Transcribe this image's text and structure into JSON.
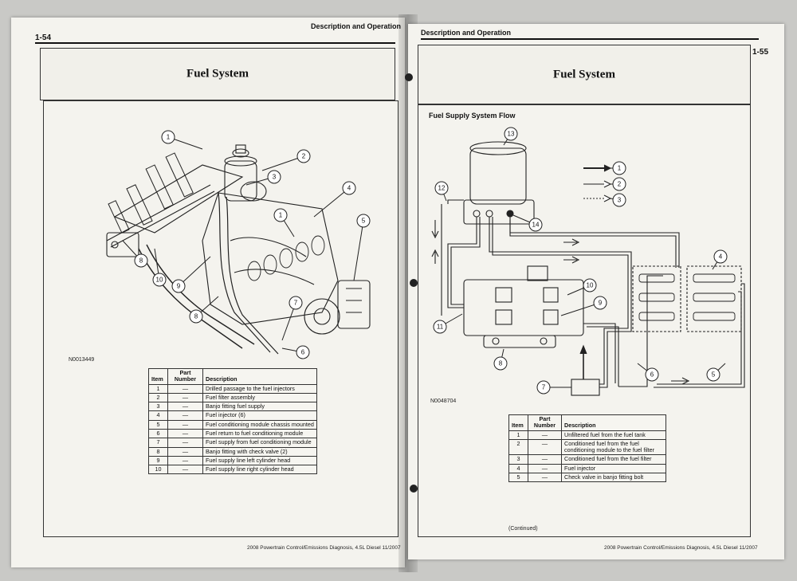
{
  "left_page": {
    "page_number": "1-54",
    "section": "Description and Operation",
    "title": "Fuel System",
    "figure_id": "N0013449",
    "callouts": [
      "1",
      "2",
      "3",
      "4",
      "1",
      "5",
      "7",
      "6",
      "8",
      "9",
      "10",
      "8"
    ],
    "table": {
      "headers": {
        "item": "Item",
        "part_number": "Part Number",
        "description": "Description"
      },
      "rows": [
        {
          "item": "1",
          "part_number": "—",
          "description": "Drilled passage to the fuel injectors"
        },
        {
          "item": "2",
          "part_number": "—",
          "description": "Fuel filter assembly"
        },
        {
          "item": "3",
          "part_number": "—",
          "description": "Banjo fitting fuel supply"
        },
        {
          "item": "4",
          "part_number": "—",
          "description": "Fuel injector (6)"
        },
        {
          "item": "5",
          "part_number": "—",
          "description": "Fuel conditioning module chassis mounted"
        },
        {
          "item": "6",
          "part_number": "—",
          "description": "Fuel return to fuel conditioning module"
        },
        {
          "item": "7",
          "part_number": "—",
          "description": "Fuel supply from fuel conditioning module"
        },
        {
          "item": "8",
          "part_number": "—",
          "description": "Banjo fitting with check valve (2)"
        },
        {
          "item": "9",
          "part_number": "—",
          "description": "Fuel supply line left cylinder head"
        },
        {
          "item": "10",
          "part_number": "—",
          "description": "Fuel supply line right cylinder head"
        }
      ]
    },
    "footer": "2008 Powertrain Control/Emissions Diagnosis, 4.5L Diesel 11/2007"
  },
  "right_page": {
    "page_number": "1-55",
    "section": "Description and Operation",
    "title": "Fuel System",
    "figure_caption": "Fuel Supply System Flow",
    "figure_id": "N0048704",
    "callouts": [
      "13",
      "1",
      "2",
      "3",
      "12",
      "14",
      "4",
      "10",
      "9",
      "11",
      "8",
      "6",
      "5",
      "7"
    ],
    "table": {
      "headers": {
        "item": "Item",
        "part_number": "Part Number",
        "description": "Description"
      },
      "rows": [
        {
          "item": "1",
          "part_number": "—",
          "description": "Unfiltered fuel from the fuel tank"
        },
        {
          "item": "2",
          "part_number": "—",
          "description": "Conditioned fuel from the fuel conditioning module to the fuel filter"
        },
        {
          "item": "3",
          "part_number": "—",
          "description": "Conditioned fuel from the fuel filter"
        },
        {
          "item": "4",
          "part_number": "—",
          "description": "Fuel injector"
        },
        {
          "item": "5",
          "part_number": "—",
          "description": "Check valve in banjo fitting bolt"
        }
      ]
    },
    "continued": "(Continued)",
    "footer": "2008 Powertrain Control/Emissions Diagnosis, 4.5L Diesel 11/2007"
  }
}
